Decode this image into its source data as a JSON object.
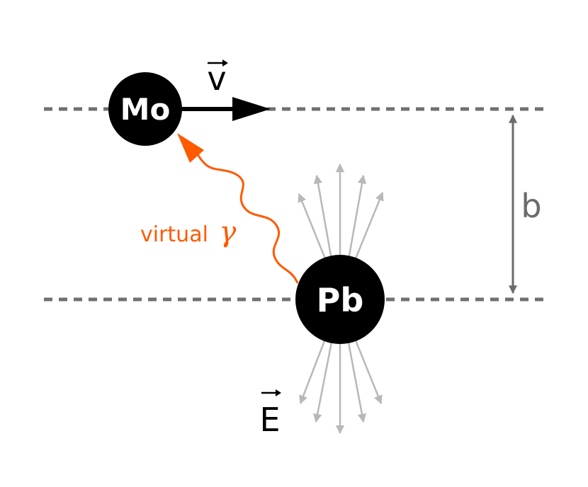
{
  "labels": {
    "projectile": "Mo",
    "target": "Pb",
    "velocity": "v",
    "field": "E",
    "impact_parameter": "b",
    "photon_word": "virtual",
    "photon_symbol": "γ"
  },
  "colors": {
    "nucleus": "#000000",
    "dashed_line": "#707070",
    "field_lines": "#b8b8b8",
    "photon": "#ff5a00",
    "impact_arrow": "#6b6b6b"
  }
}
